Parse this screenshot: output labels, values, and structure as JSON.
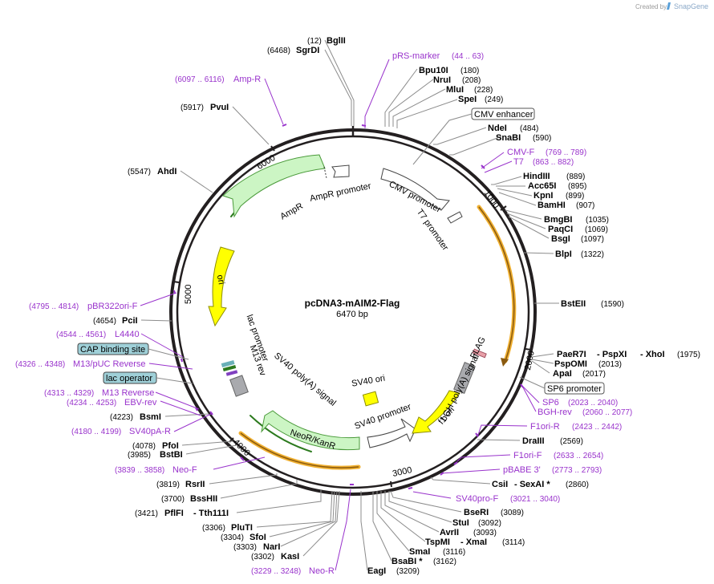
{
  "brand": {
    "created_by": "Created by",
    "name": "SnapGene"
  },
  "plasmid": {
    "name": "pcDNA3-mAIM2-Flag",
    "size": "6470 bp"
  },
  "ticks": [
    "1000",
    "2000",
    "3000",
    "4000",
    "5000",
    "6000"
  ],
  "features": [
    {
      "id": "cmv-enhancer",
      "label": "CMV enhancer"
    },
    {
      "id": "cmv-promoter",
      "label": "CMV promoter"
    },
    {
      "id": "t7-promoter",
      "label": "T7 promoter"
    },
    {
      "id": "flag",
      "label": "FLAG"
    },
    {
      "id": "sp6-promoter",
      "label": "SP6 promoter"
    },
    {
      "id": "bgh-polya",
      "label": "bGH poly(A) signal"
    },
    {
      "id": "f1-ori",
      "label": "f1 ori"
    },
    {
      "id": "sv40-ori",
      "label": "SV40 ori"
    },
    {
      "id": "sv40-promoter",
      "label": "SV40 promoter"
    },
    {
      "id": "neor-kanr",
      "label": "NeoR/KanR"
    },
    {
      "id": "sv40-polya",
      "label": "SV40 poly(A) signal"
    },
    {
      "id": "m13-rev",
      "label": "M13 rev"
    },
    {
      "id": "lac-promoter",
      "label": "lac promoter"
    },
    {
      "id": "ori",
      "label": "ori"
    },
    {
      "id": "ampr",
      "label": "AmpR"
    },
    {
      "id": "ampr-promoter",
      "label": "AmpR promoter"
    },
    {
      "id": "cap-binding-site",
      "label": "CAP binding site"
    },
    {
      "id": "lac-operator",
      "label": "lac operator"
    }
  ],
  "enzymes_right": [
    {
      "name": "BglII",
      "pos": "(12)"
    },
    {
      "name": "SgrDI",
      "pos": "(6468)"
    },
    {
      "name": "Bpu10I",
      "pos": "(180)"
    },
    {
      "name": "NruI",
      "pos": "(208)"
    },
    {
      "name": "MluI",
      "pos": "(228)"
    },
    {
      "name": "SpeI",
      "pos": "(249)"
    },
    {
      "name": "NdeI",
      "pos": "(484)"
    },
    {
      "name": "SnaBI",
      "pos": "(590)"
    },
    {
      "name": "HindIII",
      "pos": "(889)"
    },
    {
      "name": "Acc65I",
      "pos": "(895)"
    },
    {
      "name": "KpnI",
      "pos": "(899)"
    },
    {
      "name": "BamHI",
      "pos": "(907)"
    },
    {
      "name": "BmgBI",
      "pos": "(1035)"
    },
    {
      "name": "PaqCI",
      "pos": "(1069)"
    },
    {
      "name": "BsgI",
      "pos": "(1097)"
    },
    {
      "name": "BlpI",
      "pos": "(1322)"
    },
    {
      "name": "BstEII",
      "pos": "(1590)"
    },
    {
      "name": "PaeR7I",
      "name2": "- PspXI",
      "name3": "- XhoI",
      "pos": "(1975)"
    },
    {
      "name": "PspOMI",
      "pos": "(2013)"
    },
    {
      "name": "ApaI",
      "pos": "(2017)"
    },
    {
      "name": "DraIII",
      "pos": "(2569)"
    },
    {
      "name": "CsiI",
      "name2": "- SexAI *",
      "pos": "(2860)"
    },
    {
      "name": "BseRI",
      "pos": "(3089)"
    },
    {
      "name": "StuI",
      "pos": "(3092)"
    },
    {
      "name": "AvrII",
      "pos": "(3093)"
    },
    {
      "name": "TspMI",
      "name2": "- XmaI",
      "pos": "(3114)"
    },
    {
      "name": "SmaI",
      "pos": "(3116)"
    },
    {
      "name": "BsaBI *",
      "pos": "(3162)"
    },
    {
      "name": "EagI",
      "pos": "(3209)"
    }
  ],
  "enzymes_left": [
    {
      "name": "KasI",
      "pos": "(3302)"
    },
    {
      "name": "NarI",
      "pos": "(3303)"
    },
    {
      "name": "SfoI",
      "pos": "(3304)"
    },
    {
      "name": "PluTI",
      "pos": "(3306)"
    },
    {
      "name": "PflFI",
      "name2": "- Tth111I",
      "pos": "(3421)"
    },
    {
      "name": "BssHII",
      "pos": "(3700)"
    },
    {
      "name": "RsrII",
      "pos": "(3819)"
    },
    {
      "name": "BstBI",
      "pos": "(3985)"
    },
    {
      "name": "PfoI",
      "pos": "(4078)"
    },
    {
      "name": "BsmI",
      "pos": "(4223)"
    },
    {
      "name": "PciI",
      "pos": "(4654)"
    },
    {
      "name": "AhdI",
      "pos": "(5547)"
    },
    {
      "name": "PvuI",
      "pos": "(5917)"
    }
  ],
  "primers": [
    {
      "name": "pRS-marker",
      "range": "(44 .. 63)"
    },
    {
      "name": "CMV-F",
      "range": "(769 .. 789)"
    },
    {
      "name": "T7",
      "range": "(863 .. 882)"
    },
    {
      "name": "SP6",
      "range": "(2023 .. 2040)"
    },
    {
      "name": "BGH-rev",
      "range": "(2060 .. 2077)"
    },
    {
      "name": "F1ori-R",
      "range": "(2423 .. 2442)"
    },
    {
      "name": "F1ori-F",
      "range": "(2633 .. 2654)"
    },
    {
      "name": "pBABE 3'",
      "range": "(2773 .. 2793)"
    },
    {
      "name": "SV40pro-F",
      "range": "(3021 .. 3040)"
    },
    {
      "name": "Neo-R",
      "range": "(3229 .. 3248)"
    },
    {
      "name": "Neo-F",
      "range": "(3839 .. 3858)"
    },
    {
      "name": "SV40pA-R",
      "range": "(4180 .. 4199)"
    },
    {
      "name": "EBV-rev",
      "range": "(4234 .. 4253)"
    },
    {
      "name": "M13 Reverse",
      "range": "(4313 .. 4329)"
    },
    {
      "name": "M13/pUC Reverse",
      "range": "(4326 .. 4348)"
    },
    {
      "name": "L4440",
      "range": "(4544 .. 4561)"
    },
    {
      "name": "pBR322ori-F",
      "range": "(4795 .. 4814)"
    },
    {
      "name": "Amp-R",
      "range": "(6097 .. 6116)"
    }
  ],
  "colors": {
    "backbone": "#231f20",
    "primer": "#9933cc",
    "orf_fill": "#ccf5c4",
    "orf_stroke": "#4a9a3a",
    "ori_fill": "#ffff00",
    "ori_stroke": "#8c8c00",
    "orange_arc": "#f0b030",
    "misc_gray": "#a9aaae",
    "cap_box": "#9fd0d8"
  }
}
